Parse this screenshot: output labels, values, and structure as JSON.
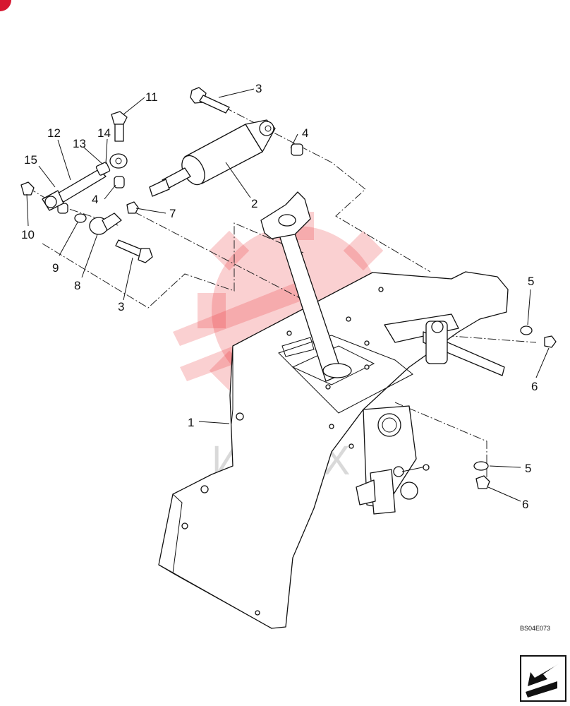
{
  "callouts": {
    "c1": "1",
    "c2": "2",
    "c3a": "3",
    "c3b": "3",
    "c4a": "4",
    "c4b": "4",
    "c5a": "5",
    "c5b": "5",
    "c6a": "6",
    "c6b": "6",
    "c7": "7",
    "c8": "8",
    "c9": "9",
    "c10": "10",
    "c11": "11",
    "c12": "12",
    "c13": "13",
    "c14": "14",
    "c15": "15"
  },
  "drawing_code": "BS04E073",
  "watermark_text": "ИНТЕХ",
  "colors": {
    "watermark": "#e8272f",
    "line": "#111111",
    "corner_badge": "#d6162f"
  },
  "icons": {
    "navigation": "arrow-back-icon"
  }
}
